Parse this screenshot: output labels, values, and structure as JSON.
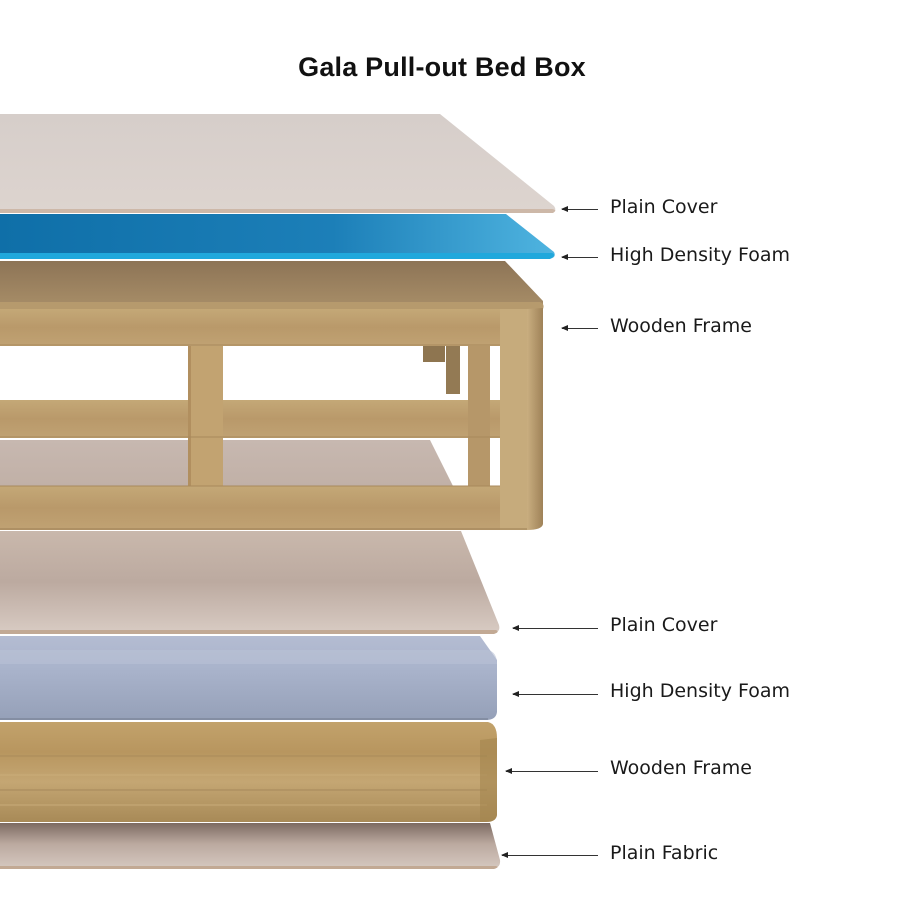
{
  "title": "Gala Pull-out Bed Box",
  "upper_section": {
    "layers": [
      {
        "label": "Plain Cover",
        "color": "#dbd2cd"
      },
      {
        "label": "High Density Foam",
        "color": "#1e8fc9"
      },
      {
        "label": "Wooden Frame",
        "color": "#bfa172"
      }
    ]
  },
  "lower_section": {
    "layers": [
      {
        "label": "Plain Cover",
        "color": "#cdbdb3"
      },
      {
        "label": "High Density Foam",
        "color": "#a3adc6"
      },
      {
        "label": "Wooden Frame",
        "color": "#b89a64"
      },
      {
        "label": "Plain Fabric",
        "color": "#cfbfb6"
      }
    ]
  }
}
